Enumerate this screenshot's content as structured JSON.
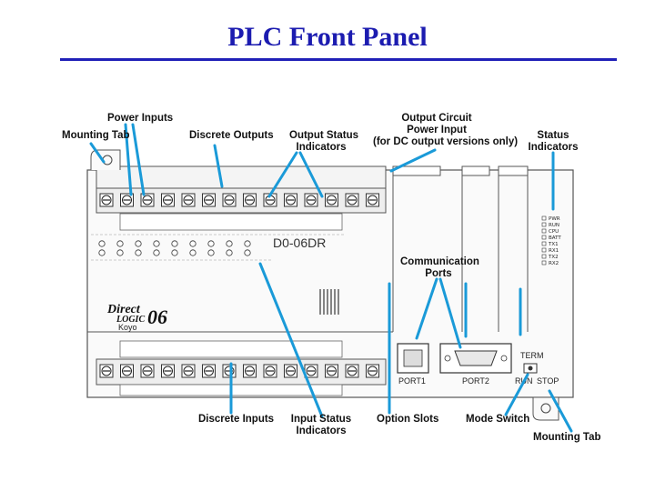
{
  "title": "PLC Front Panel",
  "callouts": {
    "power_inputs": "Power Inputs",
    "mounting_tab_top": "Mounting Tab",
    "discrete_outputs": "Discrete Outputs",
    "output_status_1": "Output Status",
    "output_status_2": "Indicators",
    "output_circuit_1": "Output Circuit",
    "output_circuit_2": "Power Input",
    "output_circuit_3": "(for DC output versions only)",
    "status_indicators_1": "Status",
    "status_indicators_2": "Indicators",
    "comm_ports_1": "Communication",
    "comm_ports_2": "Ports",
    "discrete_inputs": "Discrete Inputs",
    "input_status_1": "Input Status",
    "input_status_2": "Indicators",
    "option_slots": "Option Slots",
    "mode_switch": "Mode Switch",
    "mounting_tab_bottom": "Mounting Tab"
  },
  "device": {
    "model": "D0-06DR",
    "brand_top": "Direct",
    "brand_bottom": "LOGIC",
    "brand_number": "06",
    "brand_sub": "Koyo",
    "port1_label": "PORT1",
    "port2_label": "PORT2",
    "term_label": "TERM",
    "run_label": "RUN",
    "stop_label": "STOP",
    "status_leds": [
      "PWR",
      "RUN",
      "CPU",
      "BATT",
      "TX1",
      "RX1",
      "TX2",
      "RX2"
    ]
  },
  "colors": {
    "title": "#1c1cb0",
    "callout_line": "#1a9ad8"
  }
}
